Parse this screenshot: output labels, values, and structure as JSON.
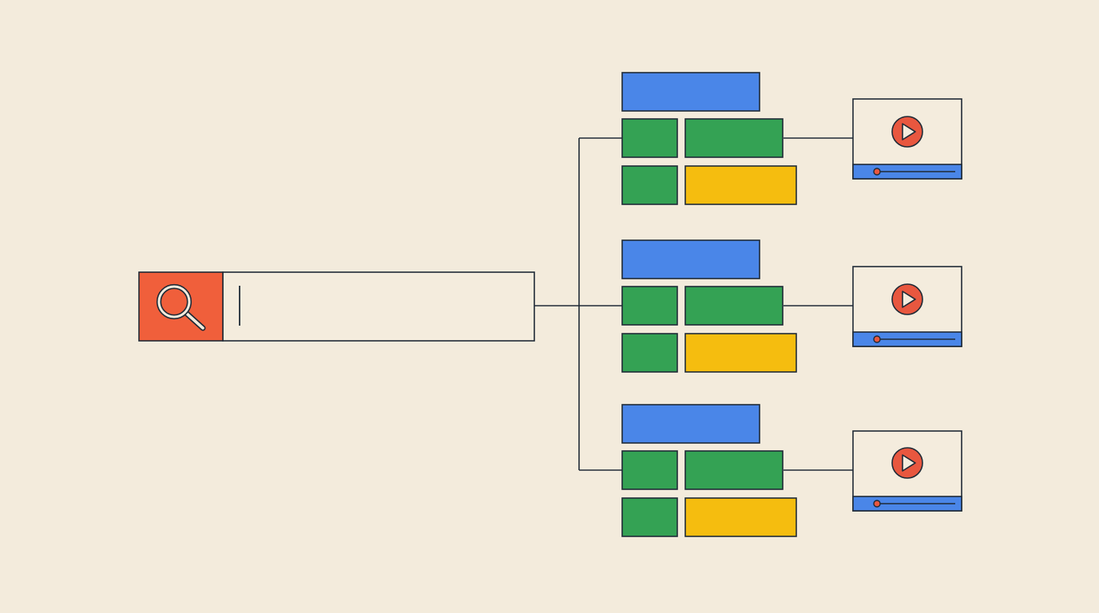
{
  "search": {
    "value": "",
    "placeholder": "",
    "icon": "search-icon"
  },
  "result_groups": [
    {
      "blocks": [
        "blue",
        "green",
        "green",
        "green",
        "yellow"
      ],
      "video": {
        "icon": "play-icon",
        "progress": 0.2
      }
    },
    {
      "blocks": [
        "blue",
        "green",
        "green",
        "green",
        "yellow"
      ],
      "video": {
        "icon": "play-icon",
        "progress": 0.2
      }
    },
    {
      "blocks": [
        "blue",
        "green",
        "green",
        "green",
        "yellow"
      ],
      "video": {
        "icon": "play-icon",
        "progress": 0.2
      }
    }
  ],
  "colors": {
    "background": "#f3ebdc",
    "stroke": "#1f2a36",
    "search_button": "#f05f3b",
    "blue": "#4a86e8",
    "green": "#34a254",
    "yellow": "#f5bd0f",
    "play": "#e8573f",
    "panel": "#f4ecdd"
  }
}
